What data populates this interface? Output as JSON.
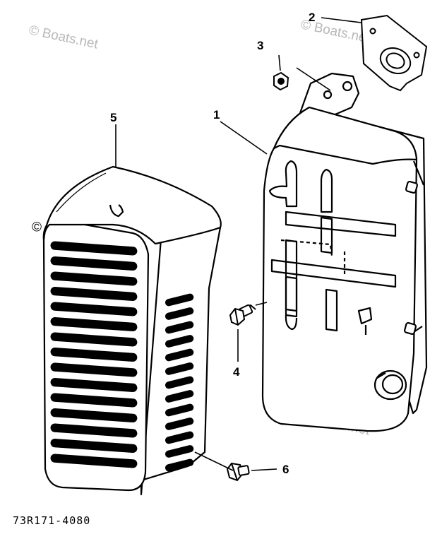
{
  "callouts": [
    {
      "number": "1"
    },
    {
      "number": "2"
    },
    {
      "number": "3"
    },
    {
      "number": "4"
    },
    {
      "number": "5"
    },
    {
      "number": "6"
    }
  ],
  "watermark": "© Boats.net",
  "diagram_code": "73R171-4080"
}
